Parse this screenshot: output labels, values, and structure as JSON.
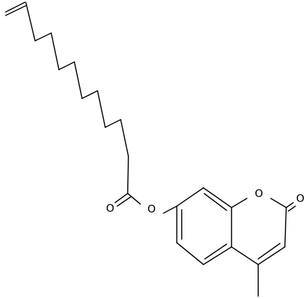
{
  "molecule": {
    "atom_labels": [
      {
        "id": "ester-carbonyl-oxygen",
        "text": "O"
      },
      {
        "id": "ester-bridge-oxygen",
        "text": "O"
      },
      {
        "id": "ring-oxygen",
        "text": "O"
      },
      {
        "id": "lactone-carbonyl-oxygen",
        "text": "O"
      }
    ],
    "colors": {
      "bond": "#000000",
      "label": "#000000",
      "background": "#ffffff"
    }
  }
}
